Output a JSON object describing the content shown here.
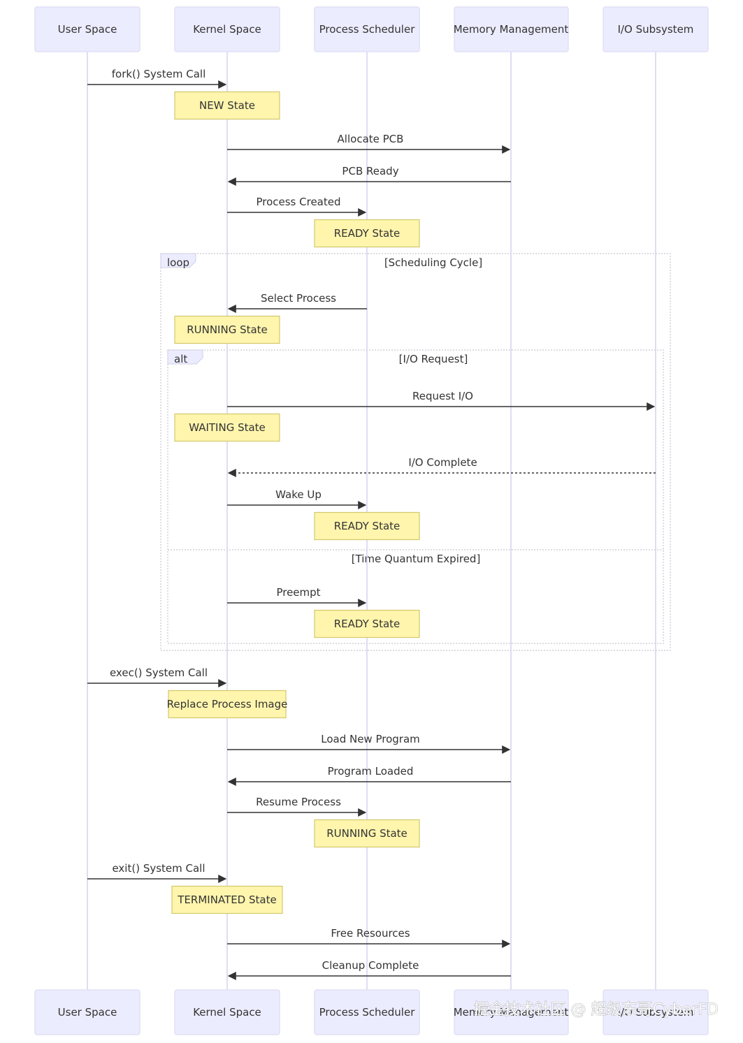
{
  "actors": [
    {
      "id": "user",
      "label": "User Space"
    },
    {
      "id": "kernel",
      "label": "Kernel Space"
    },
    {
      "id": "scheduler",
      "label": "Process Scheduler"
    },
    {
      "id": "memory",
      "label": "Memory Management"
    },
    {
      "id": "io",
      "label": "I/O Subsystem"
    }
  ],
  "steps": [
    {
      "kind": "message",
      "from": "user",
      "to": "kernel",
      "label": "fork() System Call",
      "style": "solid"
    },
    {
      "kind": "note",
      "over": "kernel",
      "label": "NEW State"
    },
    {
      "kind": "message",
      "from": "kernel",
      "to": "memory",
      "label": "Allocate PCB",
      "style": "solid"
    },
    {
      "kind": "message",
      "from": "memory",
      "to": "kernel",
      "label": "PCB Ready",
      "style": "solid"
    },
    {
      "kind": "message",
      "from": "kernel",
      "to": "scheduler",
      "label": "Process Created",
      "style": "solid"
    },
    {
      "kind": "note",
      "over": "scheduler",
      "label": "READY State"
    },
    {
      "kind": "message",
      "from": "scheduler",
      "to": "kernel",
      "label": "Select Process",
      "style": "solid"
    },
    {
      "kind": "note",
      "over": "kernel",
      "label": "RUNNING State"
    },
    {
      "kind": "message",
      "from": "kernel",
      "to": "io",
      "label": "Request I/O",
      "style": "solid"
    },
    {
      "kind": "note",
      "over": "kernel",
      "label": "WAITING State"
    },
    {
      "kind": "message",
      "from": "io",
      "to": "kernel",
      "label": "I/O Complete",
      "style": "dashed"
    },
    {
      "kind": "message",
      "from": "kernel",
      "to": "scheduler",
      "label": "Wake Up",
      "style": "solid"
    },
    {
      "kind": "note",
      "over": "scheduler",
      "label": "READY State"
    },
    {
      "kind": "message",
      "from": "kernel",
      "to": "scheduler",
      "label": "Preempt",
      "style": "solid"
    },
    {
      "kind": "note",
      "over": "scheduler",
      "label": "READY State"
    },
    {
      "kind": "message",
      "from": "user",
      "to": "kernel",
      "label": "exec() System Call",
      "style": "solid"
    },
    {
      "kind": "note",
      "over": "kernel",
      "label": "Replace Process Image"
    },
    {
      "kind": "message",
      "from": "kernel",
      "to": "memory",
      "label": "Load New Program",
      "style": "solid"
    },
    {
      "kind": "message",
      "from": "memory",
      "to": "kernel",
      "label": "Program Loaded",
      "style": "solid"
    },
    {
      "kind": "message",
      "from": "kernel",
      "to": "scheduler",
      "label": "Resume Process",
      "style": "solid"
    },
    {
      "kind": "note",
      "over": "scheduler",
      "label": "RUNNING State"
    },
    {
      "kind": "message",
      "from": "user",
      "to": "kernel",
      "label": "exit() System Call",
      "style": "solid"
    },
    {
      "kind": "note",
      "over": "kernel",
      "label": "TERMINATED State"
    },
    {
      "kind": "message",
      "from": "kernel",
      "to": "memory",
      "label": "Free Resources",
      "style": "solid"
    },
    {
      "kind": "message",
      "from": "memory",
      "to": "kernel",
      "label": "Cleanup Complete",
      "style": "solid"
    }
  ],
  "frames": [
    {
      "keyword": "loop",
      "condition": "[Scheduling Cycle]"
    },
    {
      "keyword": "alt",
      "condition": "[I/O Request]",
      "else_condition": "[Time Quantum Expired]"
    }
  ],
  "watermark": "掘金技术社区 @ 超级东哥CyberFD",
  "colors": {
    "actor_fill": "#ECECFF",
    "note_fill": "#FFF5AD",
    "line": "#333333",
    "lifeline": "#d4d4ee"
  }
}
